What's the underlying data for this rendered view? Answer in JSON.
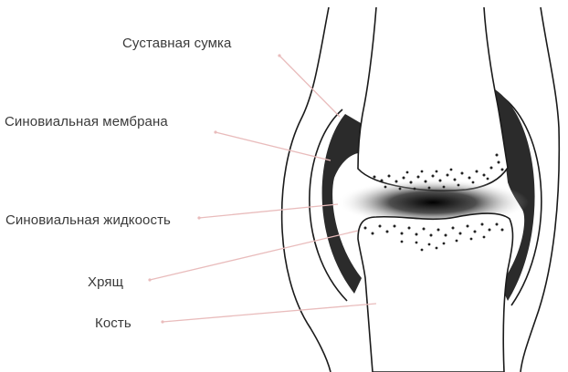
{
  "labels": {
    "capsule": "Суставная сумка",
    "membrane": "Синовиальная мембрана",
    "fluid": "Синовиальная жидкоость",
    "cartilage": "Хрящ",
    "bone": "Кость"
  },
  "colors": {
    "outline": "#1a1a1a",
    "membrane_fill": "#2b2b2b",
    "leader_line": "#e9bcbc",
    "label_text": "#3a3a3a"
  }
}
